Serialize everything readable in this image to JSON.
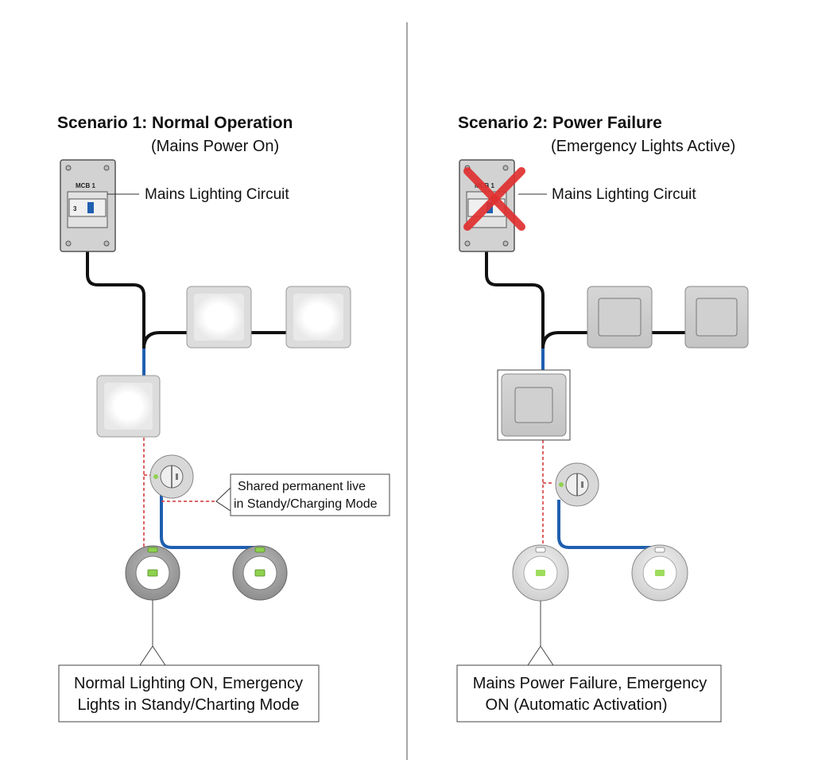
{
  "scenario1": {
    "title": "Scenario 1: Normal Operation",
    "subtitle": "(Mains Power On)",
    "mcb_label": "MCB 1",
    "mcb_pole": "3",
    "circuit_label": "Mains Lighting Circuit",
    "shared_live_note": [
      "Shared permanent live",
      "in Standy/Charging Mode"
    ],
    "caption": [
      "Normal Lighting ON, Emergency",
      "Lights in Standy/Charting Mode"
    ],
    "lights_state": "on"
  },
  "scenario2": {
    "title": "Scenario 2: Power Failure",
    "subtitle": "(Emergency Lights Active)",
    "mcb_label": "MCB 1",
    "circuit_label": "Mains Lighting Circuit",
    "caption": [
      "Mains Power Failure, Emergency",
      "ON (Automatic Activation)"
    ],
    "lights_state": "off"
  },
  "colors": {
    "cable_black": "#111111",
    "cable_blue": "#1f5fb0",
    "dashed_red": "#d23030",
    "fault_cross": "#e03030",
    "indicator_green": "#8fd14f",
    "divider": "#8a8a8a"
  }
}
